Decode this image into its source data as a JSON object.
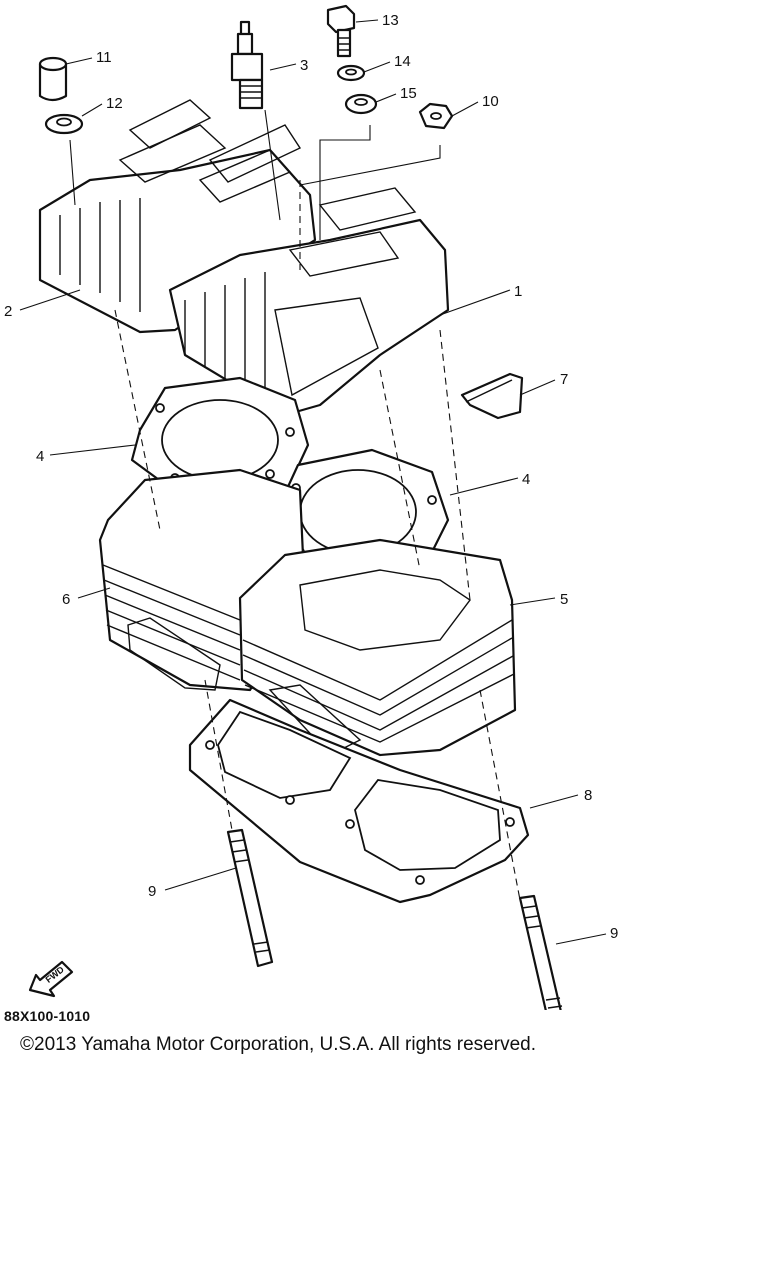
{
  "diagram": {
    "callouts": [
      "1",
      "2",
      "3",
      "4",
      "4",
      "5",
      "6",
      "7",
      "8",
      "9",
      "9",
      "10",
      "11",
      "12",
      "13",
      "14",
      "15"
    ],
    "fwd_label": "FWD",
    "code": "88X100-1010"
  },
  "footer": {
    "copyright": "©2013 Yamaha Motor Corporation, U.S.A. All rights reserved."
  }
}
